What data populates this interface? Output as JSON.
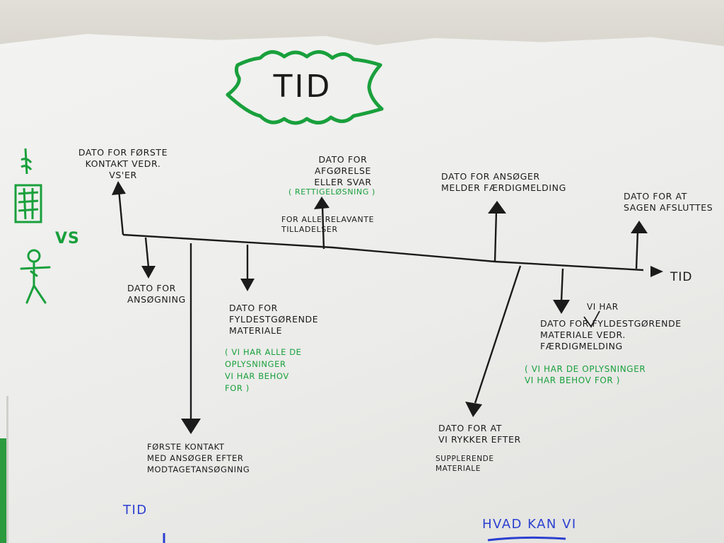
{
  "title": "TID",
  "axis_label": "TID",
  "vs_label": "VS",
  "colors": {
    "ink_black": "#1b1b1b",
    "ink_green": "#19a03c",
    "ink_blue": "#2a3fd0",
    "paper": "#eeeeec"
  },
  "icons": [
    "building-icon",
    "stick-figure-icon"
  ],
  "above_events": [
    {
      "text": "DATO FOR FØRSTE\nKONTAKT VEDR.\nVS'ER"
    },
    {
      "text": "DATO FOR AFGØRELSE\nELLER SVAR",
      "green": "( RETTIGELØSNING )",
      "text2": "FOR ALLE RELAVANTE\nTILLADELSER"
    },
    {
      "text": "DATO FOR ANSØGER\nMELDER FÆRDIGMELDING"
    },
    {
      "text": "DATO FOR AT\nSAGEN AFSLUTTES"
    }
  ],
  "below_events": [
    {
      "text": "DATO FOR\nANSØGNING"
    },
    {
      "text": "FØRSTE KONTAKT\nMED ANSØGER EFTER\nMODTAGETANSØGNING"
    },
    {
      "text": "DATO FOR\nFYLDESTGØRENDE\nMATERIALE",
      "green": "( VI HAR ALLE DE\nOPLYSNINGER\nVI HAR BEHOV\nFOR )"
    },
    {
      "text": "DATO FOR AT\nVI RYKKER EFTER",
      "text2": "SUPPLERENDE\nMATERIALE"
    },
    {
      "caret": "VI HAR",
      "text": "DATO FOR FYLDESTGØRENDE\nMATERIALE VEDR.\nFÆRDIGMELDING",
      "green": "( VI HAR DE OPLYSNINGER\nVI HAR BEHOV FOR )"
    }
  ],
  "footer": [
    {
      "text": "TID"
    },
    {
      "text": "HVAD KAN VI"
    }
  ]
}
